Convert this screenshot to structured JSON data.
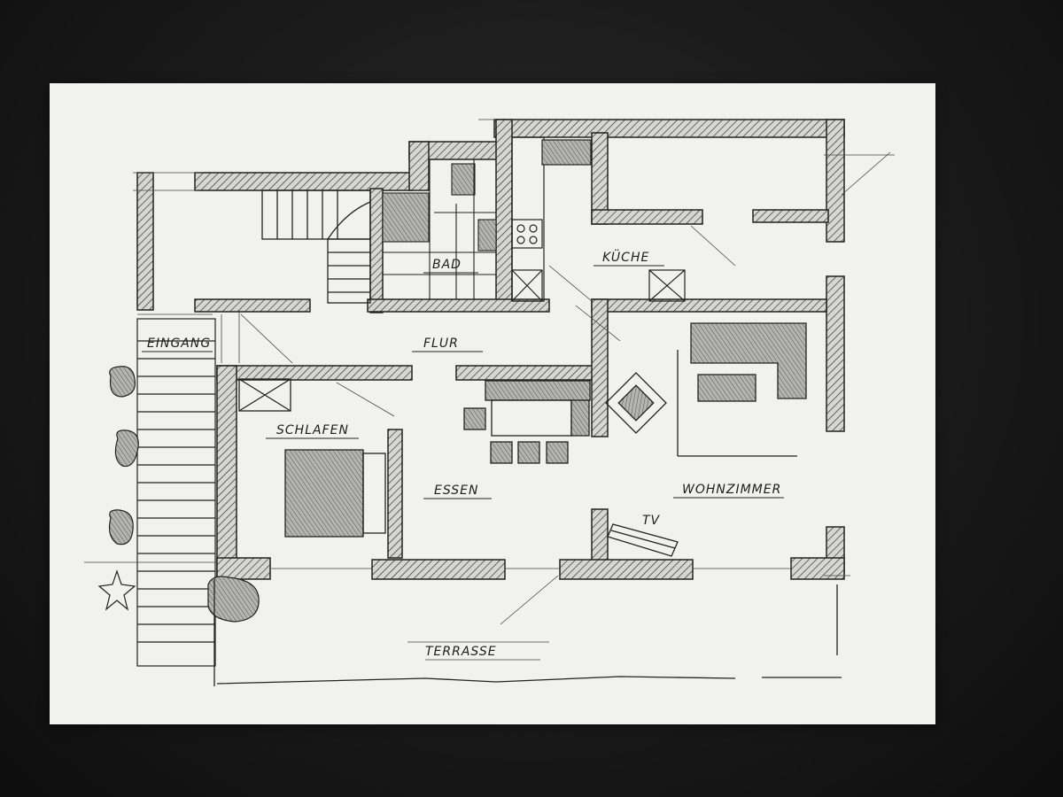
{
  "drawing": {
    "labels": {
      "eingang": "EINGANG",
      "bad": "BAD",
      "kuche": "KÜCHE",
      "flur": "FLUR",
      "schlafen": "SCHLAFEN",
      "essen": "ESSEN",
      "wohnzimmer": "WOHNZIMMER",
      "tv": "TV",
      "terrasse": "TERRASSE"
    }
  },
  "colors": {
    "background": "#1c1c1c",
    "paper": "#f1f1ef",
    "ink": "#1e1e1e",
    "hatch_fill": "#8a8a8a"
  }
}
